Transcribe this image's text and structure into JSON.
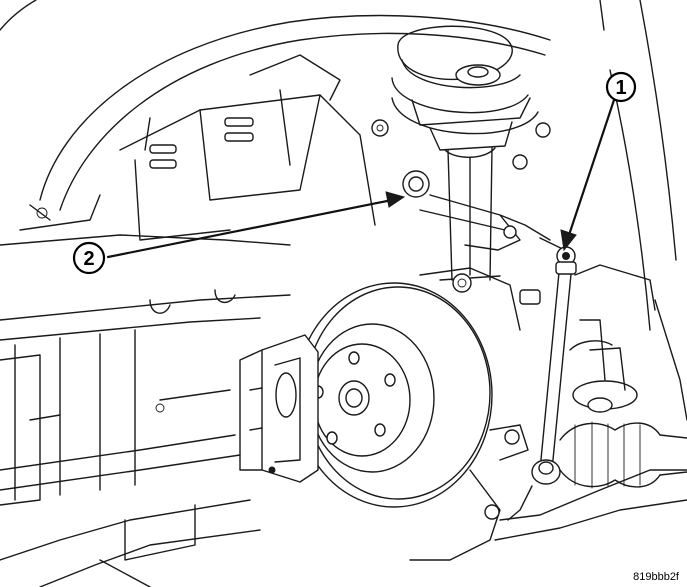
{
  "callouts": [
    {
      "label": "1"
    },
    {
      "label": "2"
    }
  ],
  "figure_id": "819bbb2f"
}
